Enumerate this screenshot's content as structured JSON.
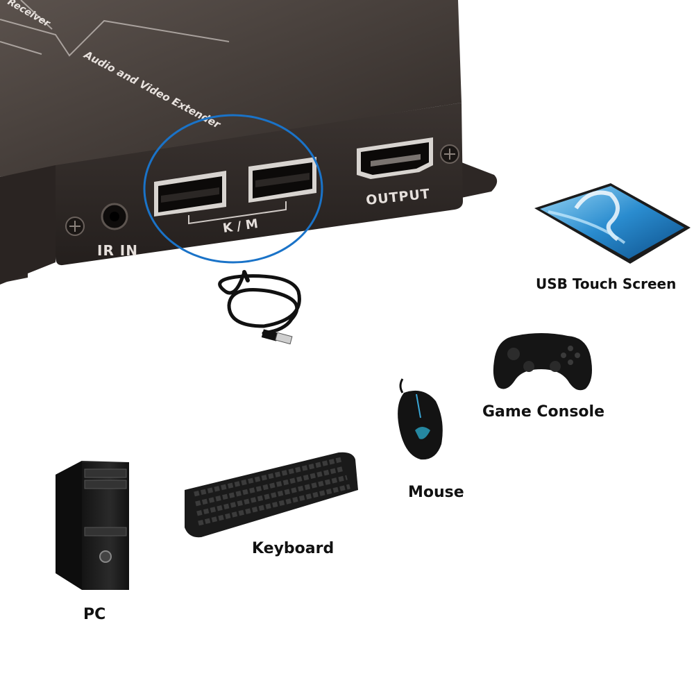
{
  "device": {
    "side_text": "Audio and Video Extender",
    "side_text_2": "Receiver",
    "ports": {
      "ir": "IR IN",
      "usb": "K / M",
      "hdmi": "OUTPUT"
    }
  },
  "peripherals": {
    "touch_screen": "USB Touch Screen",
    "game_console": "Game Console",
    "mouse": "Mouse",
    "keyboard": "Keyboard",
    "pc": "PC"
  },
  "colors": {
    "device_body": "#3a3330",
    "highlight_circle": "#1a73c8"
  }
}
